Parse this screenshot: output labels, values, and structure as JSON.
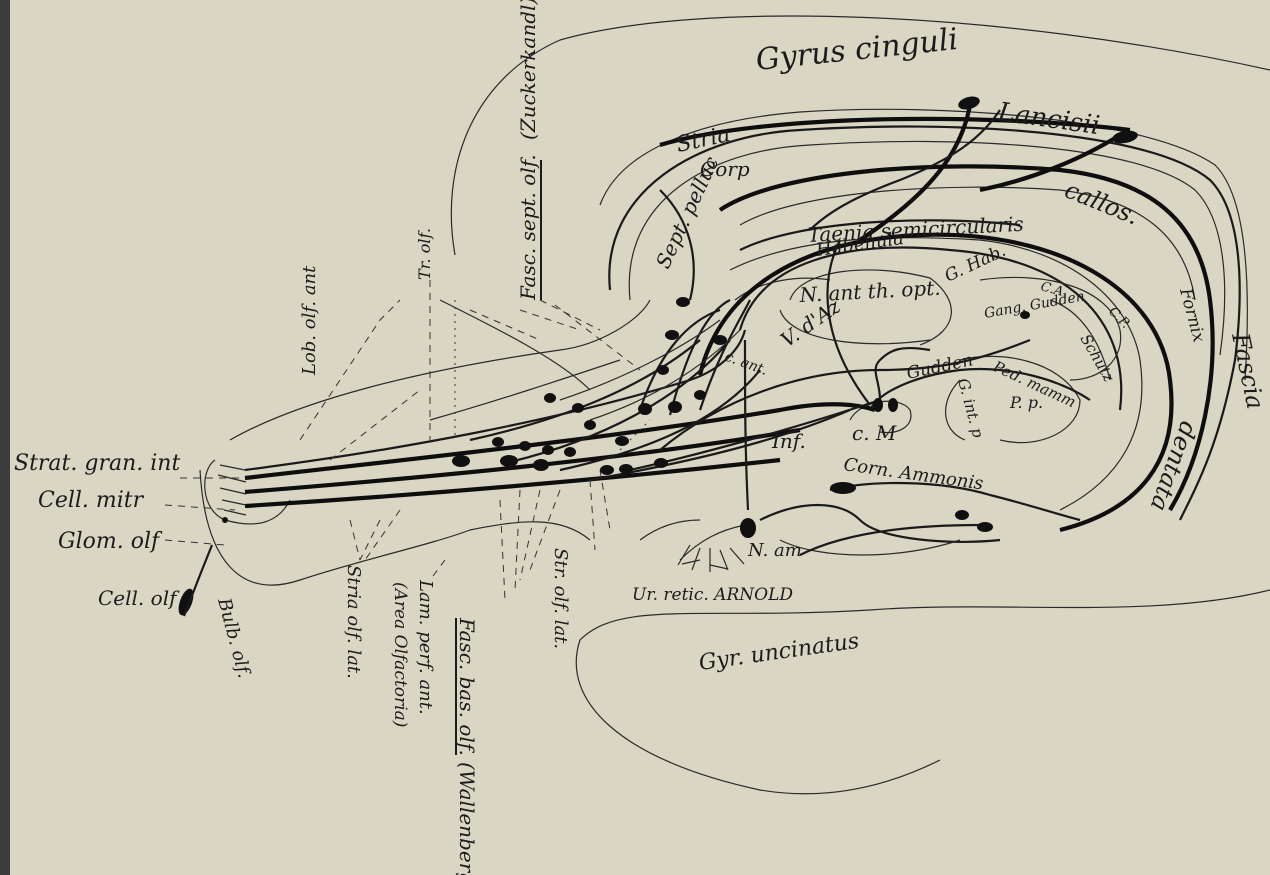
{
  "labels": {
    "gyrus_cinguli": "Gyrus cinguli",
    "stria": "Stria",
    "lancisii": "Lancisii",
    "corp": "Corp",
    "callos": "callos.",
    "fasc_sept_olf": "Fasc. sept. olf.",
    "zuckerkandl": "(Zuckerkandl)",
    "sept_pelluc": "Sept. pelluc",
    "taenia": "Taenia semicircularis",
    "habenula": "Habenula",
    "g_hab": "G. Hab.",
    "fornix": "Fornix",
    "fascia": "Fascia",
    "dentata": "dentata",
    "tr_olf": "Tr. olf.",
    "lob_olf_ant": "Lob. olf. ant",
    "n_ant_th_opt": "N. ant th. opt.",
    "c_ant": "c. ant.",
    "v_d_az": "V. d'Az",
    "gudden": "Gudden",
    "gang_gudden": "Gang. Gudden",
    "schutz": "Schutz",
    "ca": "C.A.",
    "cp": "C.P.",
    "ped_mamm": "Ped. mamm",
    "g_int_p": "G. int. p",
    "pp": "P. p.",
    "inf": "Inf.",
    "cm": "c. M",
    "strat_gran_int": "Strat. gran. int",
    "cell_mitr": "Cell. mitr",
    "glom_olf": "Glom. olf",
    "cell_olf": "Cell. olf",
    "bulb_olf": "Bulb. olf.",
    "stria_olf_lat": "Stria olf. lat.",
    "lam_perf_ant": "Lam. perf. ant.",
    "area_olfactoria": "(Area Olfactoria)",
    "fasc_bas_olf": "Fasc. bas. olf.",
    "wallenberg": "(Wallenberg)",
    "str_olf_lat": "Str. olf. lat.",
    "corn_ammonis": "Corn. Ammonis",
    "n_am": "N. am",
    "ur_retic": "Ur. retic. ARNOLD",
    "gyr_uncinatus": "Gyr. uncinatus"
  },
  "colors": {
    "paper": "#d9d6c3",
    "ink": "#101010"
  }
}
